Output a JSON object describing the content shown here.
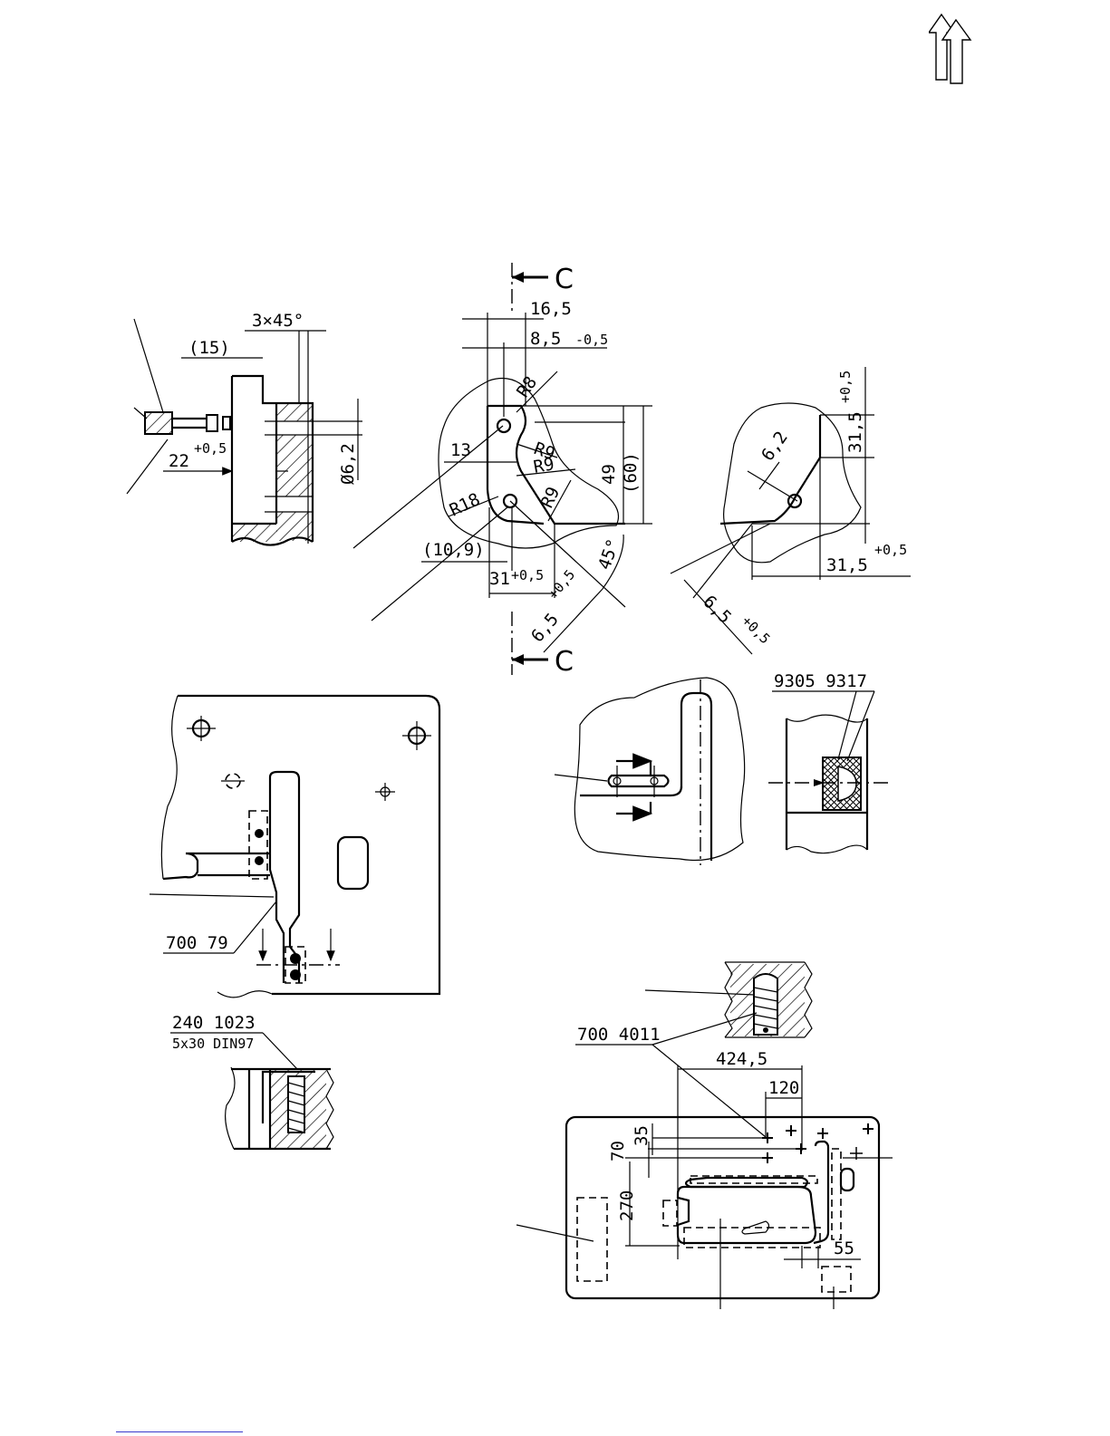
{
  "icons": {
    "nav_up": "double-up-arrow-icon"
  },
  "colors": {
    "ink": "#000000",
    "paper": "#ffffff",
    "link_rule": "#3a3acc"
  },
  "labels": {
    "chamfer": "3×45°",
    "len15": "(15)",
    "dia": "Ø6,2",
    "len22": "22",
    "tol22": "+0,5",
    "sec_c_top": "C",
    "sec_c_bot": "C",
    "d16": "16,5",
    "d85": "8,5",
    "d85tol": "-0,5",
    "r8": "R8",
    "r9a": "R9",
    "r9b": "R9",
    "r9c": "R9",
    "r18": "R18",
    "d13": "13",
    "d49": "49",
    "d60": "(60)",
    "d109": "(10,9)",
    "d31": "31",
    "d31tol": "+0,5",
    "d65": "6,5",
    "d65tol": "+0,5",
    "ang45": "45°",
    "d62r": "6,2",
    "d315v": "31,5",
    "d315vtol": "+0,5",
    "d315h": "31,5",
    "d315htol": "+0,5",
    "d65r": "6,5",
    "d65rtol": "+0,5",
    "part_9305_9317": "9305 9317",
    "part_700_79": "700 79",
    "part_240_1023": "240 1023",
    "screw_spec": "5x30 DIN97",
    "part_700_4011": "700 4011",
    "d4245": "424,5",
    "d120": "120",
    "d35": "35",
    "d70": "70",
    "d270": "270",
    "d55": "55"
  }
}
